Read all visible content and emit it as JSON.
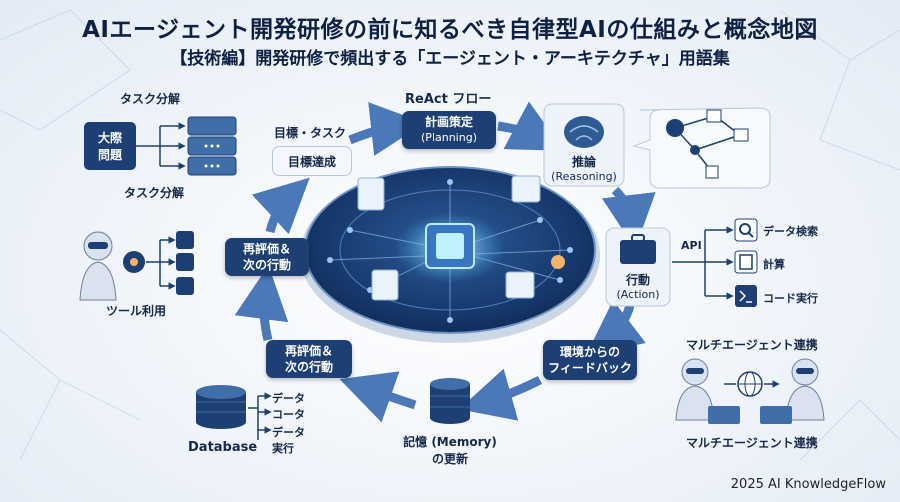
{
  "header": {
    "title": "AIエージェント開発研修の前に知るべき自律型AIの仕組みと概念地図",
    "subtitle": "【技術編】開発研修で頻出する「エージェント・アーキテクチャ」用語集"
  },
  "react_flow": {
    "label": "ReAct フロー",
    "planning": {
      "line1": "計画策定",
      "line2": "(Planning)"
    },
    "reasoning": {
      "line1": "推論",
      "line2": "(Reasoning)"
    },
    "action": {
      "line1": "行動",
      "line2": "(Action)"
    },
    "feedback": {
      "line1": "環境からの",
      "line2": "フィードバック"
    },
    "memory": {
      "line1": "記憶 (Memory)",
      "line2": "の更新"
    },
    "reeval_bottom": {
      "line1": "再評価＆",
      "line2": "次の行動"
    },
    "reeval_left": {
      "line1": "再評価＆",
      "line2": "次の行動"
    },
    "goal_label": "目標・タスク",
    "goal_achieved": "目標達成"
  },
  "task_decomposition": {
    "heading": "タスク分解",
    "big_problem": {
      "line1": "大際",
      "line2": "問題"
    },
    "caption": "タスク分解"
  },
  "tool_use": {
    "caption": "ツール利用"
  },
  "api": {
    "label": "API",
    "items": [
      "データ検索",
      "計算",
      "コード実行"
    ]
  },
  "database": {
    "label": "Database",
    "items": [
      "データ",
      "コータ",
      "データ",
      "実行"
    ]
  },
  "multi_agent": {
    "heading": "マルチエージェント連携",
    "caption": "マルチエージェント連携"
  },
  "footer": "2025 AI KnowledgeFlow",
  "colors": {
    "navy": "#1e3f73",
    "arrow": "#4a78b8",
    "glow": "#7fd7ff"
  }
}
